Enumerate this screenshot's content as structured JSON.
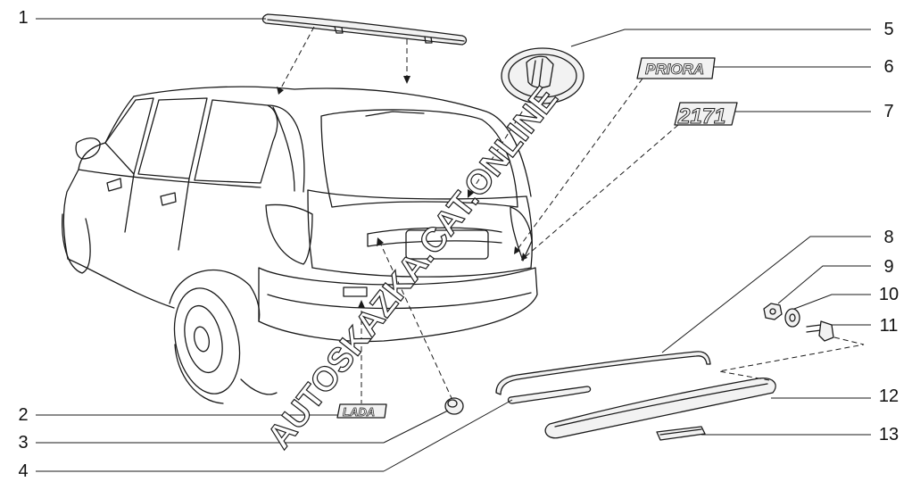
{
  "callouts": {
    "n1": "1",
    "n2": "2",
    "n3": "3",
    "n4": "4",
    "n5": "5",
    "n6": "6",
    "n7": "7",
    "n8": "8",
    "n9": "9",
    "n10": "10",
    "n11": "11",
    "n12": "12",
    "n13": "13"
  },
  "badges": {
    "lada": "LADA",
    "priora": "PRIORA",
    "model": "2171"
  },
  "watermark": "AUTOSKAZKA.CAT.ONLINE",
  "colors": {
    "line": "#1a1a1a",
    "fill": "#f2f2f2",
    "shade": "#cfcfcf",
    "watermark": "#ffffff"
  }
}
